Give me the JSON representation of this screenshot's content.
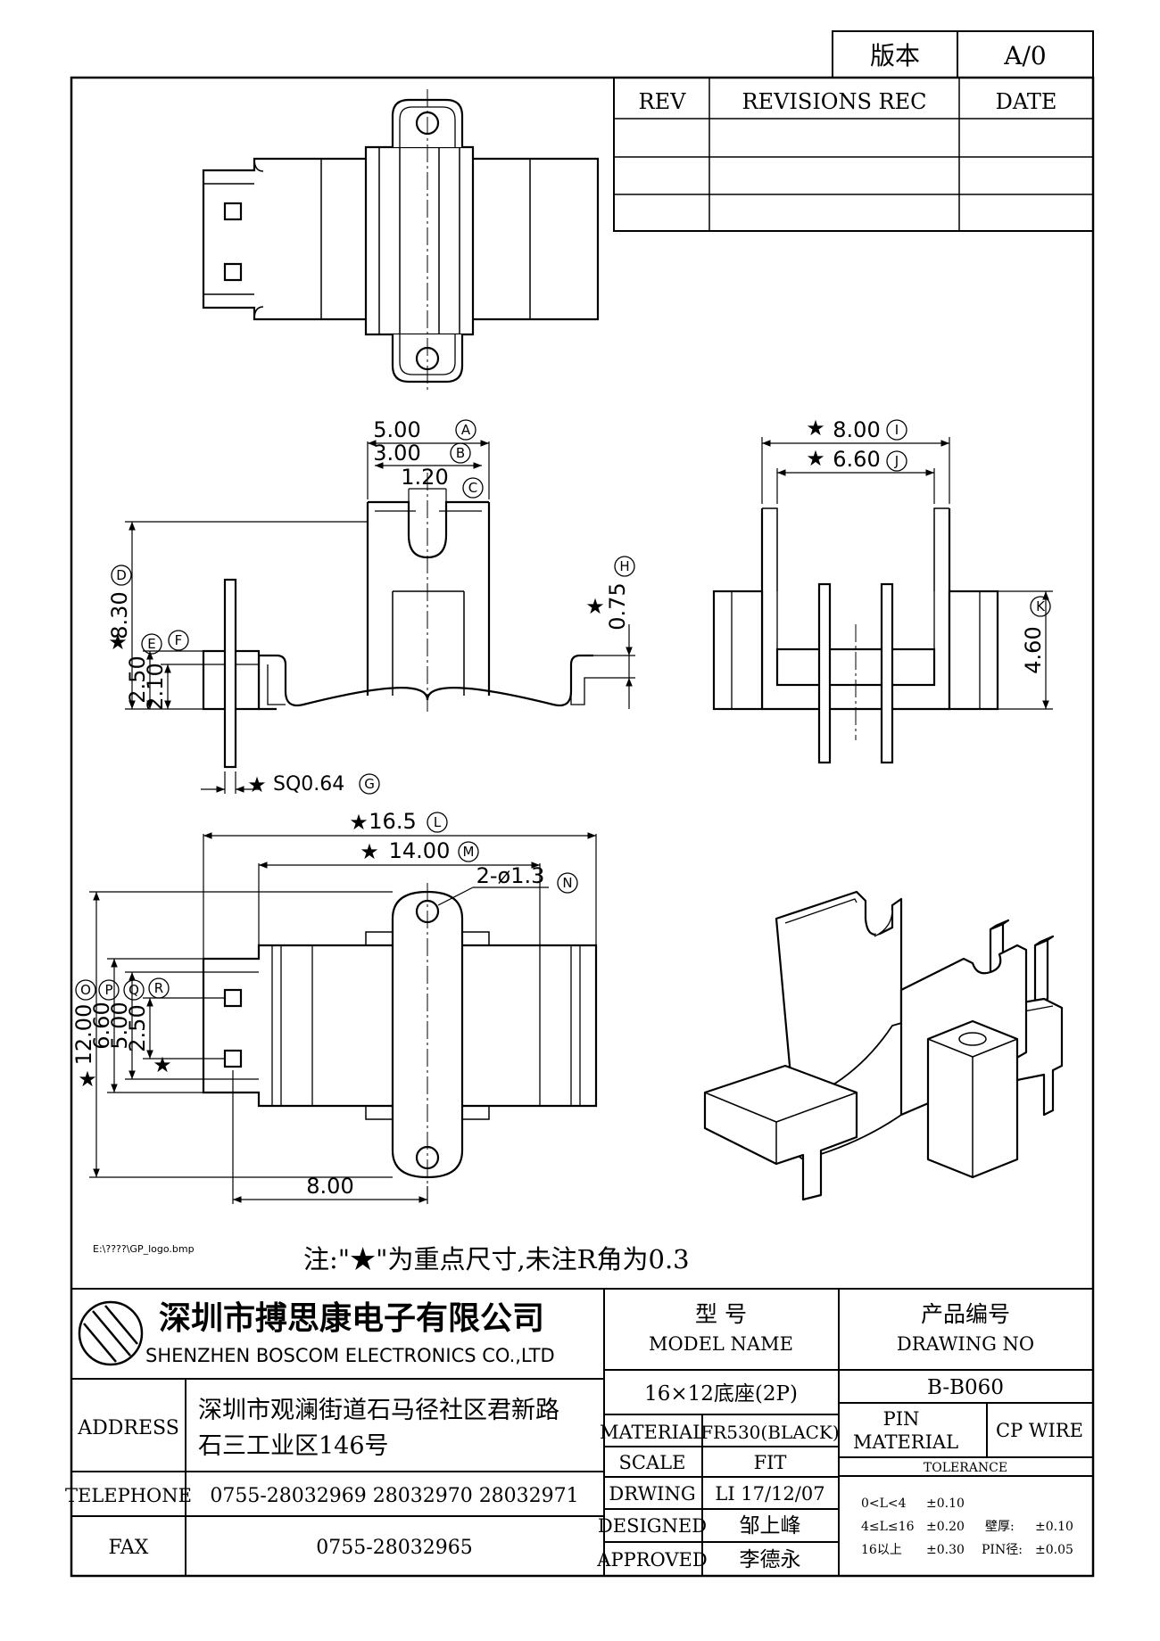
{
  "version_box": {
    "label": "版本",
    "value": "A/0"
  },
  "revisions": {
    "headers": [
      "REV",
      "REVISIONS REC",
      "DATE"
    ]
  },
  "dims": {
    "A": "5.00",
    "B": "3.00",
    "C": "1.20",
    "D": "8.30",
    "E": "2.50",
    "F": "2.10",
    "G": "SQ0.64",
    "H": "0.75",
    "I": "8.00",
    "J": "6.60",
    "K": "4.60",
    "L": "16.5",
    "M": "14.00",
    "N": "2-ø1.3",
    "O": "12.00",
    "P": "6.60",
    "Q": "5.00",
    "R": "2.50",
    "bottom": "8.00"
  },
  "dim_letters": [
    "A",
    "B",
    "C",
    "D",
    "E",
    "F",
    "G",
    "H",
    "I",
    "J",
    "K",
    "L",
    "M",
    "N",
    "O",
    "P",
    "Q",
    "R"
  ],
  "star": "★",
  "logo_path": "E:\\????\\GP_logo.bmp",
  "note": "注:\"★\"为重点尺寸,未注R角为0.3",
  "company": {
    "name_cn": "深圳市搏思康电子有限公司",
    "name_en": "SHENZHEN BOSCOM ELECTRONICS CO.,LTD"
  },
  "address": {
    "label": "ADDRESS",
    "line1": "深圳市观澜街道石马径社区君新路",
    "line2": "石三工业区146号"
  },
  "telephone": {
    "label": "TELEPHONE",
    "value": "0755-28032969 28032970 28032971"
  },
  "fax": {
    "label": "FAX",
    "value": "0755-28032965"
  },
  "model": {
    "label_cn": "型 号",
    "label_en": "MODEL NAME",
    "value": "16×12底座(2P)"
  },
  "drawing_no": {
    "label_cn": "产品编号",
    "label_en": "DRAWING NO",
    "value": "B-B060"
  },
  "material": {
    "label": "MATERIAL",
    "value": "FR530(BLACK)"
  },
  "scale": {
    "label": "SCALE",
    "value": "FIT"
  },
  "drwing": {
    "label": "DRWING",
    "value": "LI 17/12/07"
  },
  "designed": {
    "label": "DESIGNED",
    "value": "邹上峰"
  },
  "approved": {
    "label": "APPROVED",
    "value": "李德永"
  },
  "pin_material": {
    "label1": "PIN",
    "label2": "MATERIAL",
    "value": "CP WIRE"
  },
  "tolerance": {
    "label": "TOLERANCE",
    "r1a": "0<L<4",
    "r1b": "±0.10",
    "r2a": "4≤L≤16",
    "r2b": "±0.20",
    "r2c": "壁厚:",
    "r2d": "±0.10",
    "r3a": "16以上",
    "r3b": "±0.30",
    "r3c": "PIN径:",
    "r3d": "±0.05"
  }
}
